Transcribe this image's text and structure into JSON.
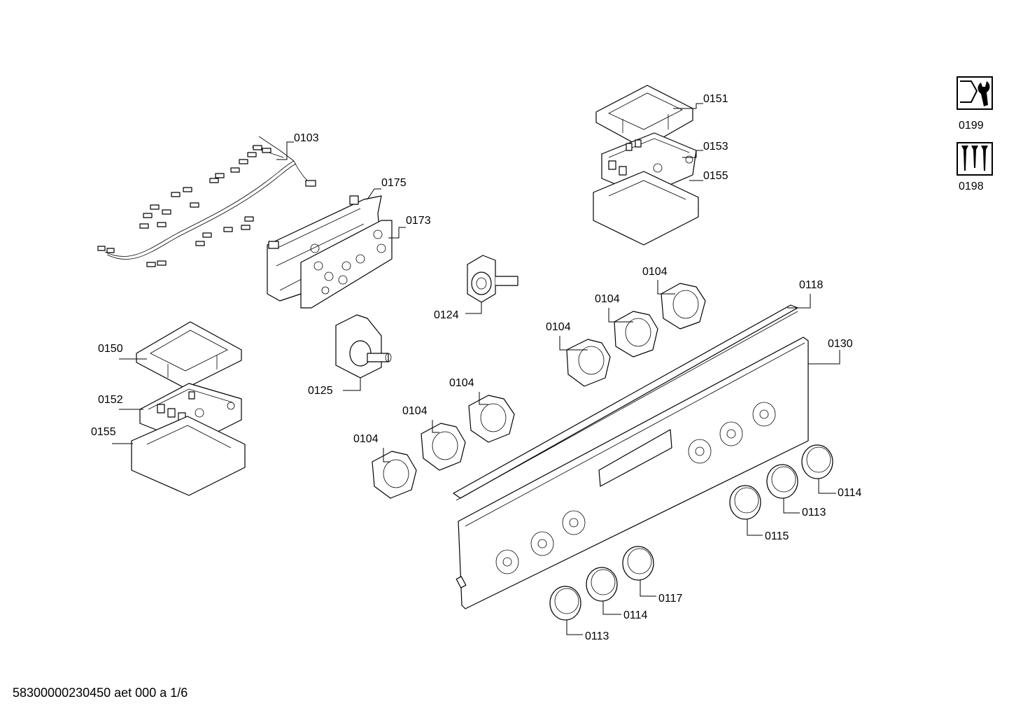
{
  "labels": {
    "p0103": "0103",
    "p0175": "0175",
    "p0173": "0173",
    "p0151": "0151",
    "p0153": "0153",
    "p0155a": "0155",
    "p0124": "0124",
    "p0104a": "0104",
    "p0104b": "0104",
    "p0104c": "0104",
    "p0118": "0118",
    "p0130": "0130",
    "p0150": "0150",
    "p0152": "0152",
    "p0155b": "0155",
    "p0125": "0125",
    "p0104d": "0104",
    "p0104e": "0104",
    "p0104f": "0104",
    "p0114a": "0114",
    "p0113a": "0113",
    "p0115": "0115",
    "p0117": "0117",
    "p0114b": "0114",
    "p0113b": "0113",
    "p0199": "0199",
    "p0198": "0198"
  },
  "icons": {
    "service": "tool-wrench-icon",
    "screws": "screws-icon"
  },
  "footer": "58300000230450 aet 000 a 1/6"
}
